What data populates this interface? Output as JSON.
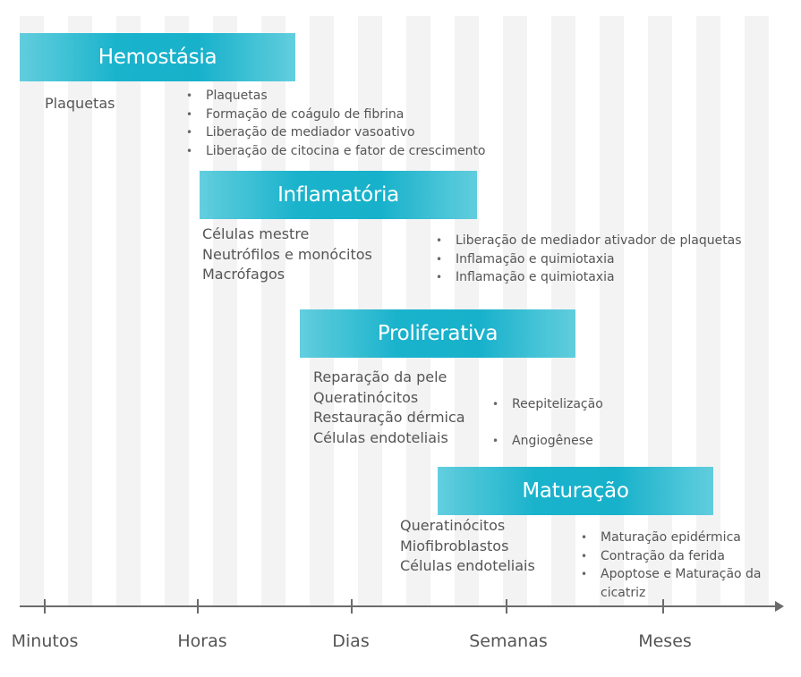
{
  "phases": [
    {
      "title": "Hemostásia"
    },
    {
      "title": "Inflamatória"
    },
    {
      "title": "Proliferativa"
    },
    {
      "title": "Maturação"
    }
  ],
  "hemostasia": {
    "cells": [
      "Plaquetas"
    ],
    "events": [
      "Plaquetas",
      "Formação de coágulo de fibrina",
      "Liberação de mediador vasoativo",
      "Liberação de citocina e fator de crescimento"
    ]
  },
  "inflamatoria": {
    "cells": [
      "Células mestre",
      "Neutrófilos e monócitos",
      "Macrófagos"
    ],
    "events": [
      "Liberação de mediador ativador de plaquetas",
      "Inflamação e quimiotaxia",
      "Inflamação e quimiotaxia"
    ]
  },
  "proliferativa": {
    "cells": [
      "Reparação da pele",
      "Queratinócitos",
      "Restauração dérmica",
      "Células endoteliais"
    ],
    "events": [
      "Reepitelização",
      "Angiogênese"
    ]
  },
  "maturacao": {
    "cells": [
      "Queratinócitos",
      "Miofibroblastos",
      "Células endoteliais"
    ],
    "events": [
      "Maturação epidérmica",
      "Contração da ferida",
      "Apoptose e Maturação da cicatriz"
    ]
  },
  "axis": {
    "labels": [
      "Minutos",
      "Horas",
      "Dias",
      "Semanas",
      "Meses"
    ]
  },
  "colors": {
    "phase_bar": "#17b1cb",
    "text": "#555555",
    "stripe": "#f3f3f3",
    "axis": "#6b6b6b"
  }
}
